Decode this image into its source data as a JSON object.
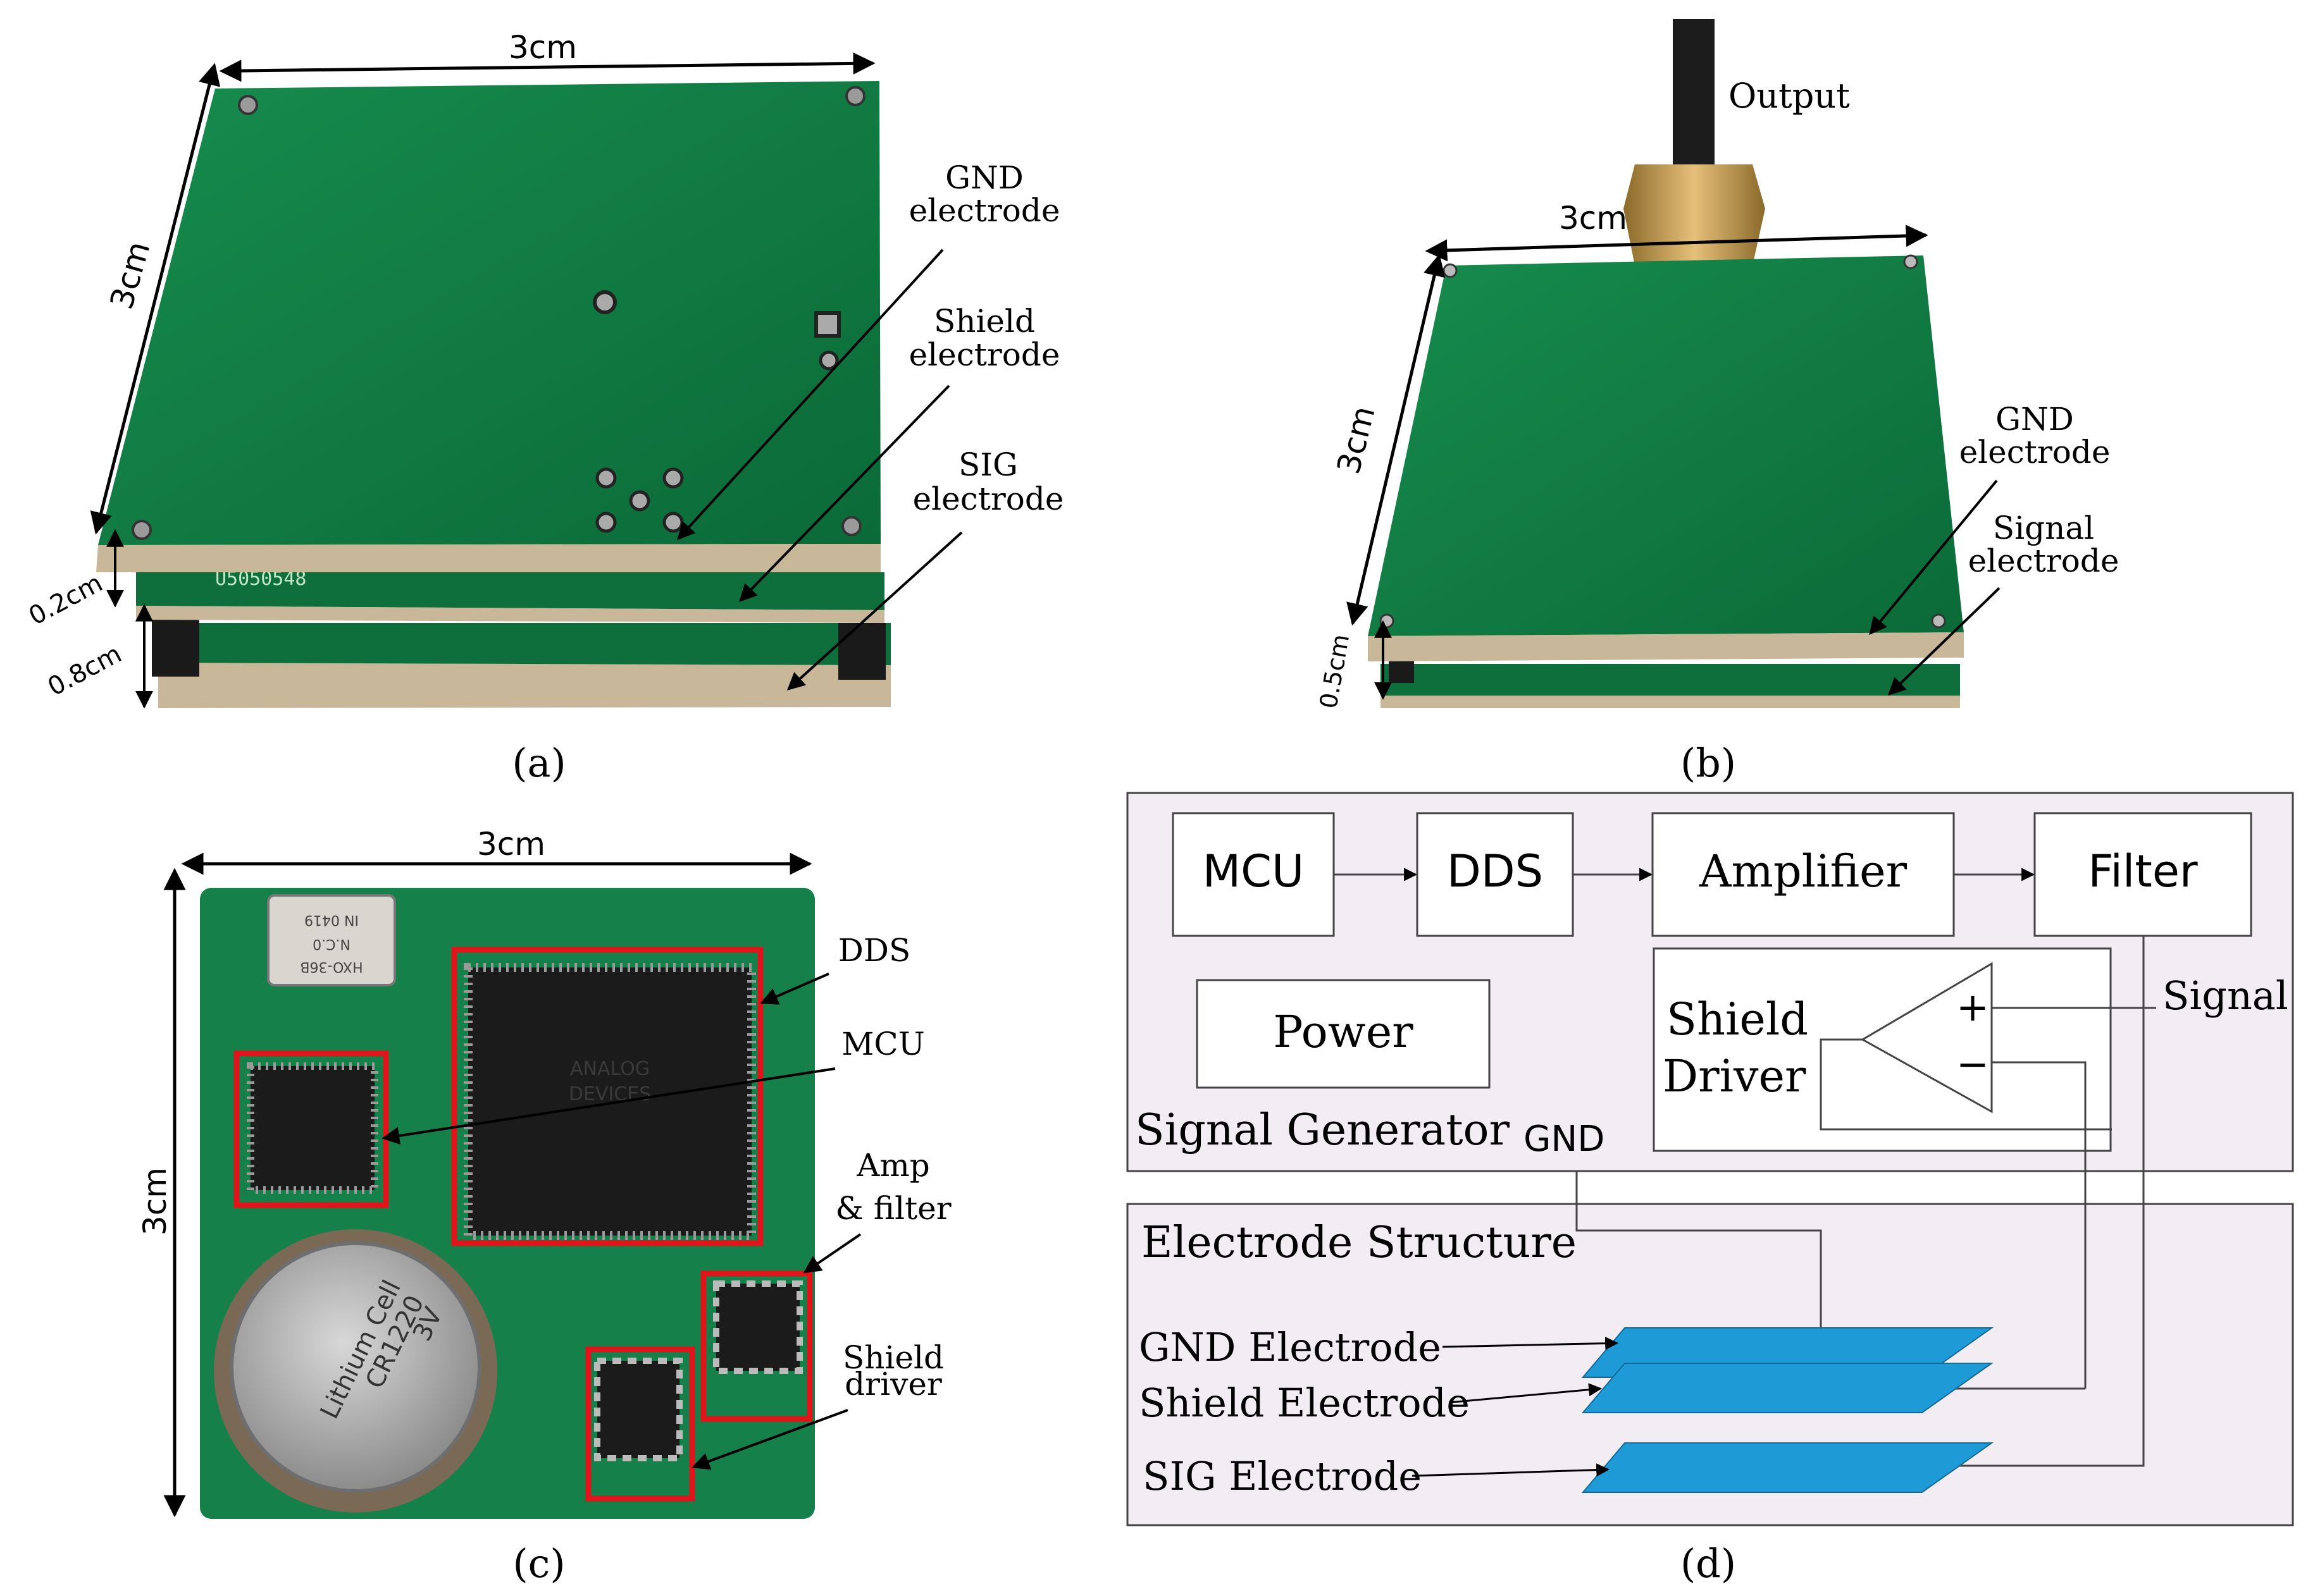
{
  "panels": {
    "a": {
      "caption": "(a)",
      "dims": {
        "top": "3cm",
        "side": "3cm",
        "gap_upper": "0.2cm",
        "gap_lower": "0.8cm"
      },
      "callouts": [
        {
          "line1": "GND",
          "line2": "electrode"
        },
        {
          "line1": "Shield",
          "line2": "electrode"
        },
        {
          "line1": "SIG",
          "line2": "electrode"
        }
      ],
      "silkscreen": "U5050548"
    },
    "b": {
      "caption": "(b)",
      "dims": {
        "top": "3cm",
        "side": "3cm",
        "gap": "0.5cm"
      },
      "output_label": "Output",
      "callouts": [
        {
          "line1": "GND",
          "line2": "electrode"
        },
        {
          "line1": "Signal",
          "line2": "electrode"
        }
      ]
    },
    "c": {
      "caption": "(c)",
      "dims": {
        "top": "3cm",
        "side": "3cm"
      },
      "callouts": [
        {
          "line1": "DDS",
          "line2": ""
        },
        {
          "line1": "MCU",
          "line2": ""
        },
        {
          "line1": "Amp",
          "line2": "& filter"
        },
        {
          "line1": "Shield",
          "line2": "driver"
        }
      ],
      "battery_lines": [
        "Lithium Cell",
        "CR1220",
        "3V"
      ],
      "crystal_lines": [
        "HXO-36B",
        "N.C.0",
        "IN 0419"
      ],
      "chip_lines": [
        "ANALOG",
        "DEVICES"
      ]
    },
    "d": {
      "caption": "(d)",
      "blocks": {
        "mcu": "MCU",
        "dds": "DDS",
        "amplifier": "Amplifier",
        "filter": "Filter",
        "power": "Power",
        "shield_line1": "Shield",
        "shield_line2": "Driver",
        "plus": "+",
        "minus": "−"
      },
      "signal_label": "Signal",
      "gnd_label": "GND",
      "group_signal_generator": "Signal Generator",
      "group_electrode_structure": "Electrode Structure",
      "electrodes": [
        "GND Electrode",
        "Shield Electrode",
        "SIG Electrode"
      ]
    }
  },
  "colors": {
    "pcb_green": "#0f7a42",
    "pcb_edge": "#c9b79a",
    "electrode_blue": "#1e9bd7",
    "group_fill": "#f1edf3",
    "highlight_red": "#e0141b"
  }
}
